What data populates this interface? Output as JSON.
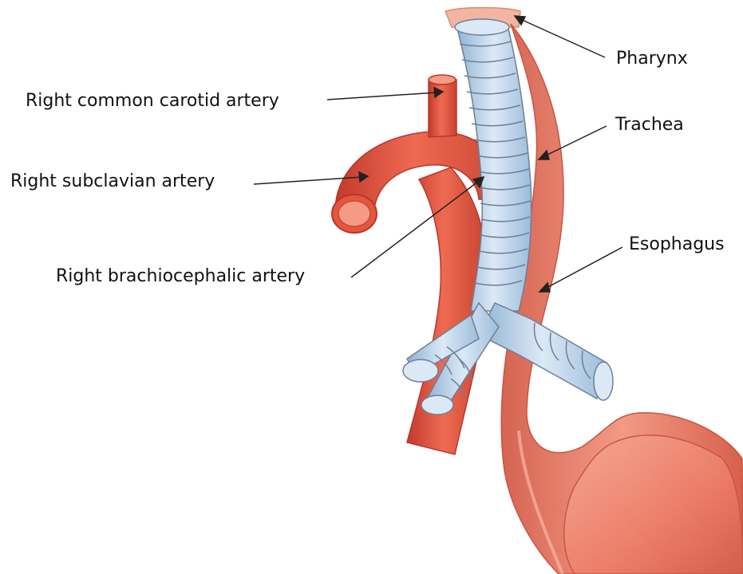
{
  "labels": {
    "pharynx": "Pharynx",
    "trachea": "Trachea",
    "esophagus": "Esophagus",
    "right_common_carotid": "Right common carotid artery",
    "right_subclavian": "Right subclavian artery",
    "right_brachiocephalic": "Right brachiocephalic artery"
  },
  "colors": {
    "artery": "#e5563f",
    "artery_dark": "#b9362a",
    "artery_light": "#f59a86",
    "esophagus": "#ec7d68",
    "esophagus_dark": "#c65543",
    "trachea": "#b9d3ea",
    "trachea_dark": "#6f7f96",
    "trachea_light": "#dbe9f6",
    "pharynx": "#f3b4a2",
    "leader": "#222222"
  }
}
